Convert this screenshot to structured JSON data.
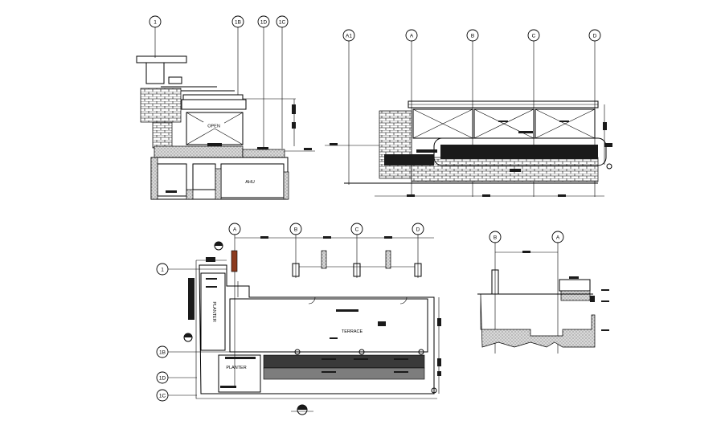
{
  "elevation_left": {
    "grid_labels": [
      "1",
      "1B",
      "1D",
      "1C"
    ],
    "room_labels": [
      "OPEN",
      "AHU"
    ]
  },
  "elevation_right": {
    "grid_labels": [
      "A1",
      "A",
      "B",
      "C",
      "D"
    ]
  },
  "plan": {
    "grid_top": [
      "A",
      "B",
      "C",
      "D"
    ],
    "grid_left": [
      "1",
      "1B",
      "1D",
      "1C"
    ],
    "room_labels": [
      "PLANTER",
      "TERRACE",
      "PLANTER"
    ]
  },
  "section": {
    "grid_labels": [
      "B",
      "A"
    ]
  }
}
